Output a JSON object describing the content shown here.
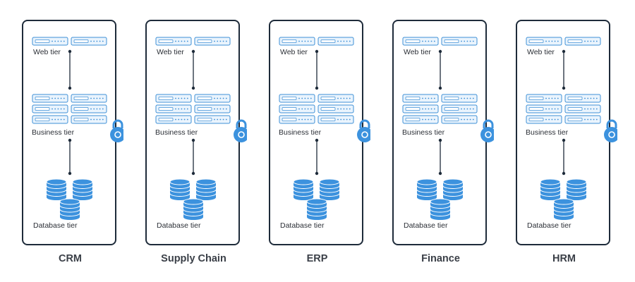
{
  "applications": [
    {
      "name": "CRM",
      "web_tier": "Web tier",
      "business_tier": "Business tier",
      "database_tier": "Database tier"
    },
    {
      "name": "Supply Chain",
      "web_tier": "Web tier",
      "business_tier": "Business tier",
      "database_tier": "Database tier"
    },
    {
      "name": "ERP",
      "web_tier": "Web tier",
      "business_tier": "Business tier",
      "database_tier": "Database tier"
    },
    {
      "name": "Finance",
      "web_tier": "Web tier",
      "business_tier": "Business tier",
      "database_tier": "Database tier"
    },
    {
      "name": "HRM",
      "web_tier": "Web tier",
      "business_tier": "Business tier",
      "database_tier": "Database tier"
    }
  ],
  "icons": {
    "server": "server-icon",
    "database": "database-icon",
    "lock": "lock-icon"
  },
  "colors": {
    "frame": "#1e2b3a",
    "server_fill": "#eaf4fd",
    "server_stroke": "#3d8fd6",
    "database": "#3c92de",
    "lock": "#3c92de",
    "connector": "#1e2b3a",
    "label": "#3a3f47"
  }
}
